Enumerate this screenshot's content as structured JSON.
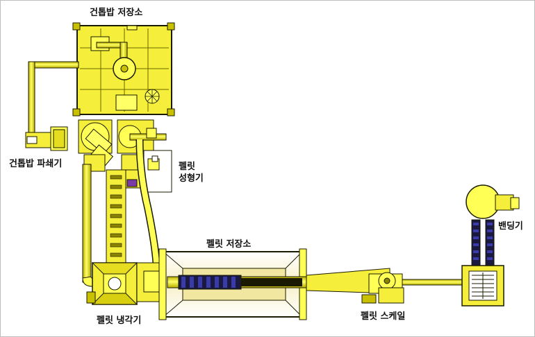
{
  "labels": {
    "storage": "건톱밥 저장소",
    "crusher": "건톱밥 파쇄기",
    "pellet_former_line1": "펠릿",
    "pellet_former_line2": "성형기",
    "pellet_storage": "펠릿 저장소",
    "banding": "밴딩기",
    "cooler": "펠릿 냉각기",
    "scale": "펠릿 스케일"
  },
  "colors": {
    "equipment_yellow": "#ffff33",
    "equipment_fill": "#f5ee3a",
    "outline": "#1a1a00",
    "shadow": "#8a8200",
    "roller_dark": "#1a1a40",
    "roller_blue": "#3a3aa8",
    "accent_purple": "#7a3aa8"
  }
}
